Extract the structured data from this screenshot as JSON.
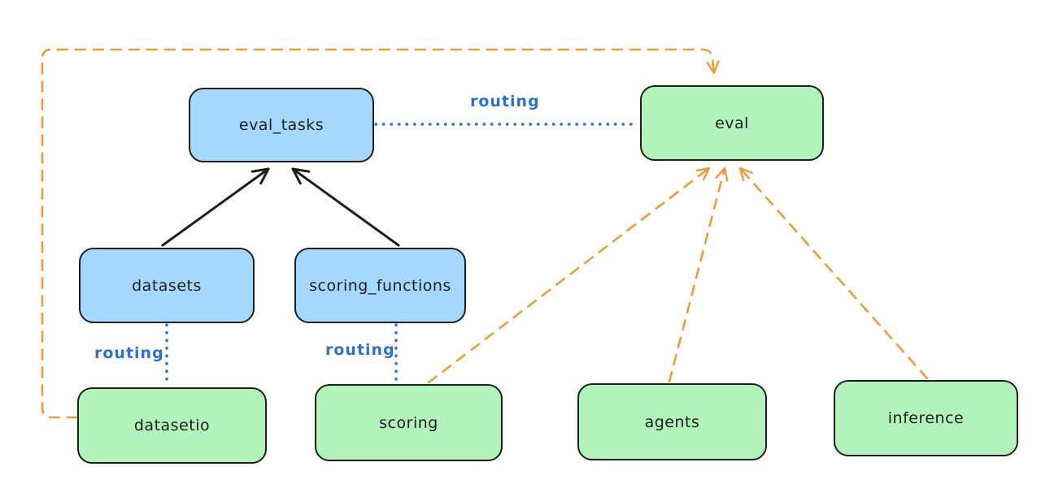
{
  "diagram": {
    "nodes": [
      {
        "id": "eval_tasks",
        "label": "eval_tasks",
        "fill": "#a5d8ff",
        "kind": "registry"
      },
      {
        "id": "eval",
        "label": "eval",
        "fill": "#b2f2bb",
        "kind": "api"
      },
      {
        "id": "datasets",
        "label": "datasets",
        "fill": "#a5d8ff",
        "kind": "registry"
      },
      {
        "id": "scoring_functions",
        "label": "scoring_functions",
        "fill": "#a5d8ff",
        "kind": "registry"
      },
      {
        "id": "datasetio",
        "label": "datasetio",
        "fill": "#b2f2bb",
        "kind": "api"
      },
      {
        "id": "scoring",
        "label": "scoring",
        "fill": "#b2f2bb",
        "kind": "api"
      },
      {
        "id": "agents",
        "label": "agents",
        "fill": "#b2f2bb",
        "kind": "api"
      },
      {
        "id": "inference",
        "label": "inference",
        "fill": "#b2f2bb",
        "kind": "api"
      }
    ],
    "edges": [
      {
        "from": "datasets",
        "to": "eval_tasks",
        "style": "solid-arrow",
        "label": ""
      },
      {
        "from": "scoring_functions",
        "to": "eval_tasks",
        "style": "solid-arrow",
        "label": ""
      },
      {
        "from": "eval_tasks",
        "to": "eval",
        "style": "dotted",
        "label": "routing"
      },
      {
        "from": "datasets",
        "to": "datasetio",
        "style": "dotted",
        "label": "routing"
      },
      {
        "from": "scoring_functions",
        "to": "scoring",
        "style": "dotted",
        "label": "routing"
      },
      {
        "from": "datasetio",
        "to": "eval",
        "style": "dashed-arrow",
        "label": ""
      },
      {
        "from": "scoring",
        "to": "eval",
        "style": "dashed-arrow",
        "label": ""
      },
      {
        "from": "agents",
        "to": "eval",
        "style": "dashed-arrow",
        "label": ""
      },
      {
        "from": "inference",
        "to": "eval",
        "style": "dashed-arrow",
        "label": ""
      }
    ]
  },
  "colors": {
    "background": "#ffffff",
    "node_border": "#1e1e1e",
    "blue_fill": "#a5d8ff",
    "green_fill": "#b2f2bb",
    "routing_blue": "#2f72c4",
    "orange": "#ec9b3c",
    "black": "#1e1e1e"
  }
}
